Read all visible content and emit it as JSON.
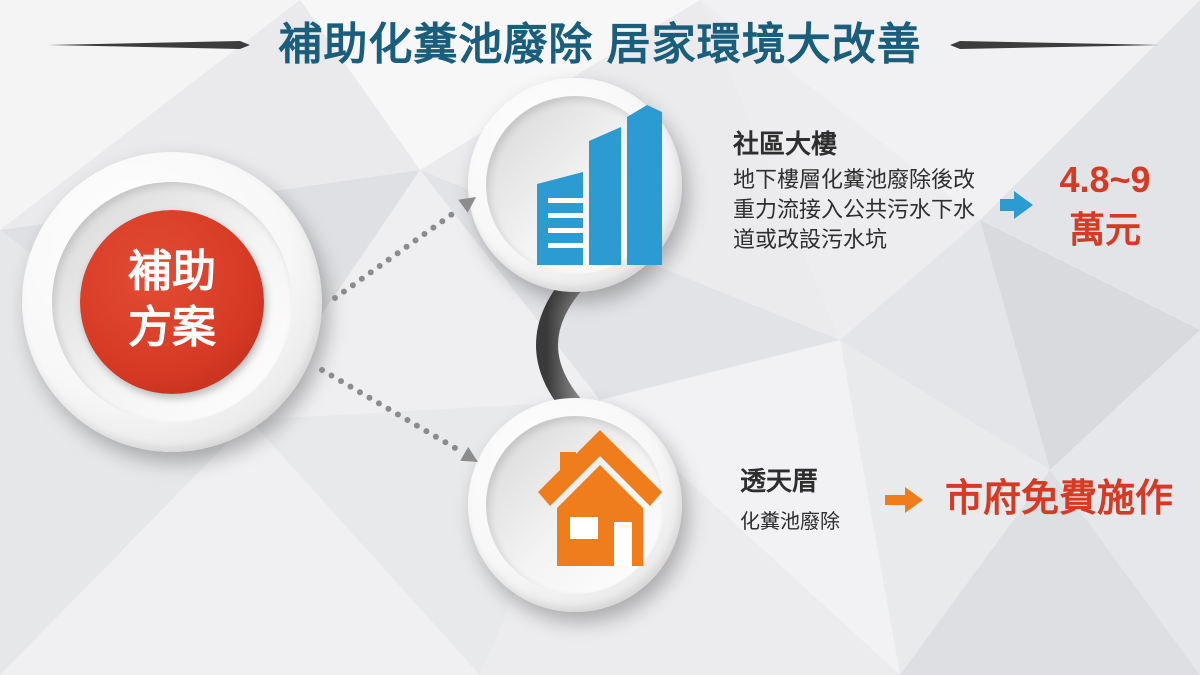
{
  "title": "補助化糞池廢除 居家環境大改善",
  "center": {
    "line1": "補助",
    "line2": "方案"
  },
  "items": [
    {
      "icon": "building-icon",
      "heading": "社區大樓",
      "description": [
        "地下樓層化糞池廢除後改",
        "重力流接入公共污水下水",
        "道或改設污水坑"
      ],
      "arrow_icon": "arrow-right-icon",
      "result": [
        "4.8~9",
        "萬元"
      ]
    },
    {
      "icon": "house-icon",
      "heading": "透天厝",
      "description": [
        "化糞池廢除"
      ],
      "arrow_icon": "arrow-right-icon",
      "result": [
        "市府免費施作"
      ]
    }
  ],
  "colors": {
    "title": "#1b5e7b",
    "red": "#d63a25",
    "blue": "#2b9bd1",
    "orange": "#f07d1b",
    "text": "#2e2e2e"
  }
}
